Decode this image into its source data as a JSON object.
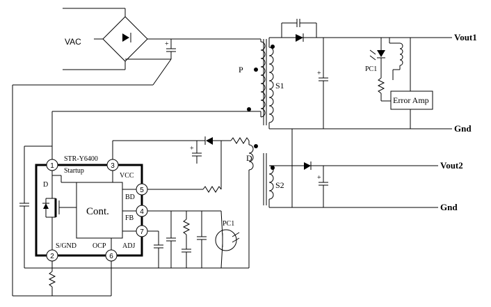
{
  "labels": {
    "vac": "VAC",
    "vout1": "Vout1",
    "vout2": "Vout2",
    "gnd1": "Gnd",
    "gnd2": "Gnd",
    "primary": "P",
    "secondary1": "S1",
    "secondary2": "S2",
    "drive": "D",
    "error_amp": "Error Amp",
    "pc1_top": "PC1",
    "pc1_bottom": "PC1",
    "ic_name": "STR-Y6400",
    "startup": "Startup",
    "vcc": "VCC",
    "bd": "BD",
    "fb": "FB",
    "adj": "ADJ",
    "sgnd": "S/GND",
    "ocp": "OCP",
    "controller": "Cont.",
    "mosfet_d": "D"
  },
  "pins": [
    "1",
    "2",
    "3",
    "4",
    "5",
    "6",
    "7"
  ],
  "polarity_marks": [
    "+",
    "+",
    "+",
    "+"
  ]
}
